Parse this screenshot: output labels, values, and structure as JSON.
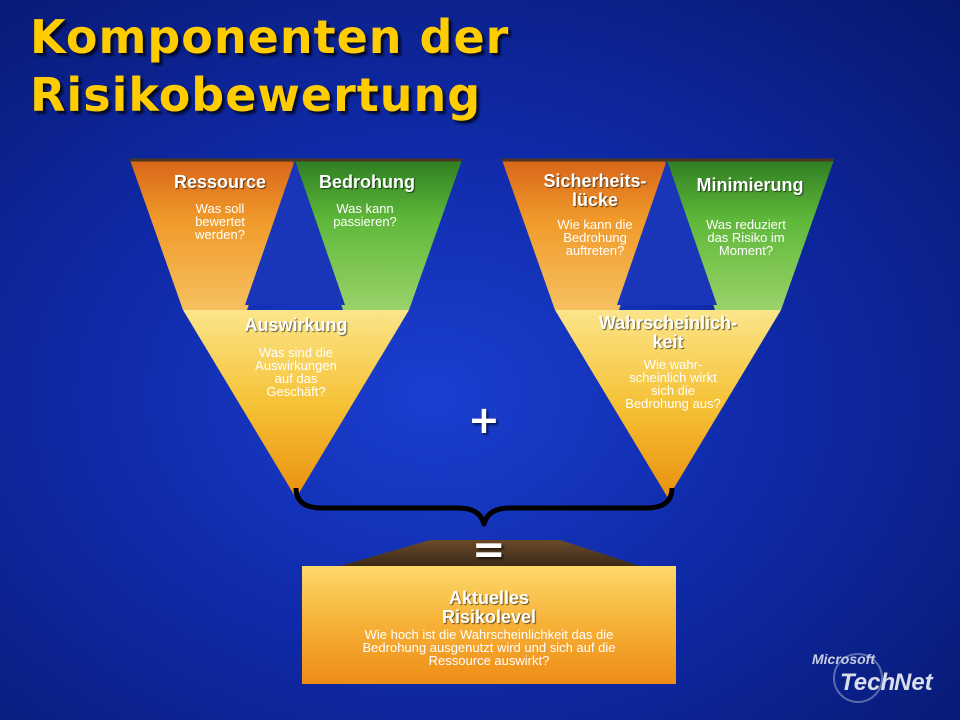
{
  "title": "Komponenten der Risikobewertung",
  "left_triangle": {
    "resource": {
      "heading": "Ressource",
      "question": [
        "Was soll",
        "bewertet",
        "werden?"
      ]
    },
    "threat": {
      "heading": "Bedrohung",
      "question": [
        "Was kann",
        "passieren?"
      ]
    },
    "impact": {
      "heading": "Auswirkung",
      "question": [
        "Was sind die",
        "Auswirkungen",
        "auf das",
        "Geschäft?"
      ]
    }
  },
  "right_triangle": {
    "vulnerability": {
      "heading": [
        "Sicherheits-",
        "lücke"
      ],
      "question": [
        "Wie kann die",
        "Bedrohung",
        "auftreten?"
      ]
    },
    "mitigation": {
      "heading": "Minimierung",
      "question": [
        "Was reduziert",
        "das Risiko im",
        "Moment?"
      ]
    },
    "probability": {
      "heading": [
        "Wahrscheinlich-",
        "keit"
      ],
      "question": [
        "Wie wahr-",
        "scheinlich wirkt",
        "sich die",
        "Bedrohung aus?"
      ]
    }
  },
  "plus_symbol": "+",
  "equals_symbol": "=",
  "result": {
    "heading": [
      "Aktuelles",
      "Risikolevel"
    ],
    "question": [
      "Wie hoch ist die Wahrscheinlichkeit das die",
      "Bedrohung ausgenutzt wird und sich auf die",
      "Ressource auswirkt?"
    ]
  },
  "logo": {
    "brand": "Microsoft",
    "product_a": "Tech",
    "product_b": "Net",
    "icon": "microsoft-technet-logo"
  },
  "colors": {
    "background": "#1230b8",
    "title": "#ffcc00",
    "orange": "#f08c1e",
    "green": "#5fb83a",
    "yellow": "#f7c631",
    "brace": "#000000"
  }
}
